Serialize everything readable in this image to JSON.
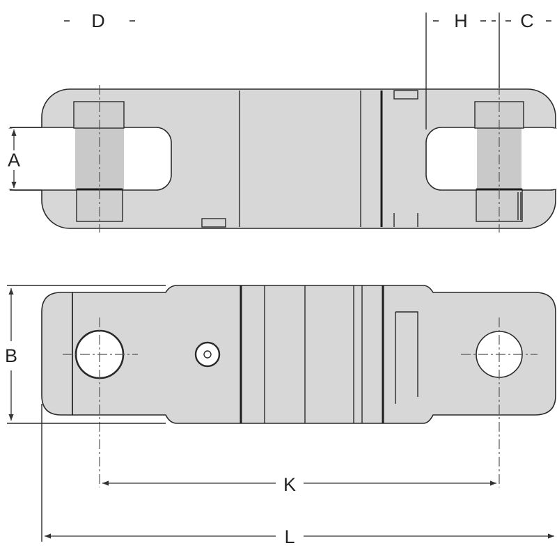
{
  "dimensions": {
    "a": "A",
    "b": "B",
    "c": "C",
    "d": "D",
    "h": "H",
    "k": "K",
    "l": "L"
  }
}
